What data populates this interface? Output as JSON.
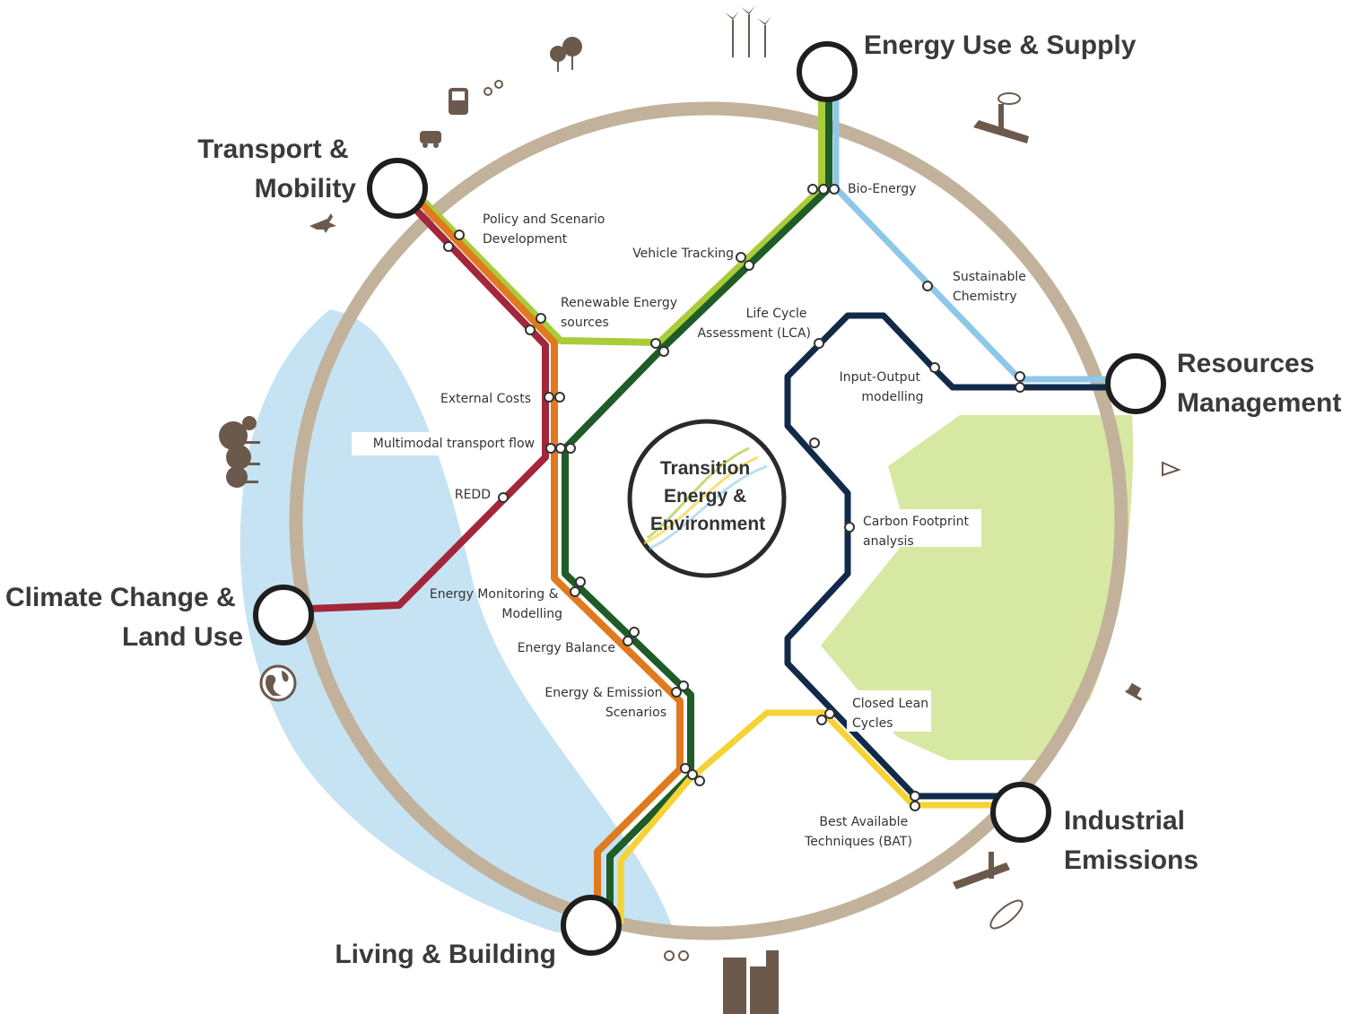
{
  "colors": {
    "ring": "#c2b29b",
    "river": "#c5e3f2",
    "field": "#d7e8a2",
    "line_red": "#a3263a",
    "line_orange": "#e07a1f",
    "line_darkgreen": "#1f5c27",
    "line_lightgreen": "#a9cc3a",
    "line_lightblue": "#8ec8e8",
    "line_navy": "#122a4a",
    "line_yellow": "#f6d335"
  },
  "hubs": {
    "energy": [
      "Energy Use & Supply"
    ],
    "transport": [
      "Transport &",
      "Mobility"
    ],
    "resources": [
      "Resources",
      "Management"
    ],
    "climate": [
      "Climate Change &",
      "Land Use"
    ],
    "industrial": [
      "Industrial",
      "Emissions"
    ],
    "living": [
      "Living & Building"
    ]
  },
  "center": [
    "Transition",
    "Energy &",
    "Environment"
  ],
  "stations": {
    "bio_energy": [
      "Bio-Energy"
    ],
    "policy": [
      "Policy and Scenario",
      "Development"
    ],
    "vehicle": [
      "Vehicle Tracking"
    ],
    "sustainable": [
      "Sustainable",
      "Chemistry"
    ],
    "renewable": [
      "Renewable Energy",
      "sources"
    ],
    "lca": [
      "Life Cycle",
      "Assessment (LCA)"
    ],
    "io": [
      "Input-Output",
      "modelling"
    ],
    "external": [
      "External Costs"
    ],
    "multimodal": [
      "Multimodal transport flow"
    ],
    "redd": [
      "REDD"
    ],
    "carbon": [
      "Carbon Footprint",
      "analysis"
    ],
    "monitoring": [
      "Energy Monitoring &",
      "Modelling"
    ],
    "balance": [
      "Energy Balance"
    ],
    "emission": [
      "Energy & Emission",
      "Scenarios"
    ],
    "closed": [
      "Closed Lean",
      "Cycles"
    ],
    "bat": [
      "Best Available",
      "Techniques (BAT)"
    ]
  },
  "decorations": [
    "wind-turbine-icon",
    "tree-icon",
    "factory-icon",
    "car-icon",
    "bus-icon",
    "bicycle-icon",
    "airplane-icon",
    "globe-icon",
    "building-icon",
    "satellite-icon",
    "chemistry-icon"
  ]
}
